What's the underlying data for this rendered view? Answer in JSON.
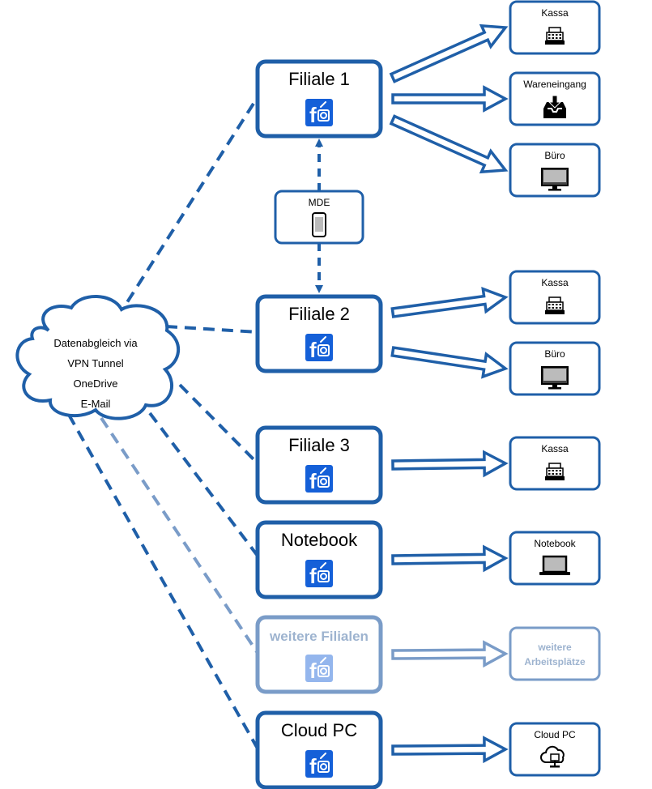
{
  "cloud": {
    "lines": [
      "Datenabgleich via",
      "VPN Tunnel",
      "OneDrive",
      "E-Mail"
    ]
  },
  "mde": {
    "label": "MDE"
  },
  "app_icon": "fo-app-icon",
  "colors": {
    "primary": "#1f5fa8",
    "faded": "#7a9cc8",
    "icon_blue": "#1560d8"
  },
  "branches": [
    {
      "label": "Filiale 1",
      "faded": false,
      "workstations": [
        {
          "label": "Kassa",
          "icon": "cash-register-icon"
        },
        {
          "label": "Wareneingang",
          "icon": "inbox-tray-icon"
        },
        {
          "label": "Büro",
          "icon": "monitor-icon"
        }
      ]
    },
    {
      "label": "Filiale 2",
      "faded": false,
      "workstations": [
        {
          "label": "Kassa",
          "icon": "cash-register-icon"
        },
        {
          "label": "Büro",
          "icon": "monitor-icon"
        }
      ]
    },
    {
      "label": "Filiale 3",
      "faded": false,
      "workstations": [
        {
          "label": "Kassa",
          "icon": "cash-register-icon"
        }
      ]
    },
    {
      "label": "Notebook",
      "faded": false,
      "workstations": [
        {
          "label": "Notebook",
          "icon": "laptop-icon"
        }
      ]
    },
    {
      "label": "weitere Filialen",
      "faded": true,
      "workstations": [
        {
          "label": "weitere\nArbeitsplätze",
          "icon": ""
        }
      ]
    },
    {
      "label": "Cloud PC",
      "faded": false,
      "workstations": [
        {
          "label": "Cloud PC",
          "icon": "cloud-pc-icon"
        }
      ]
    }
  ]
}
